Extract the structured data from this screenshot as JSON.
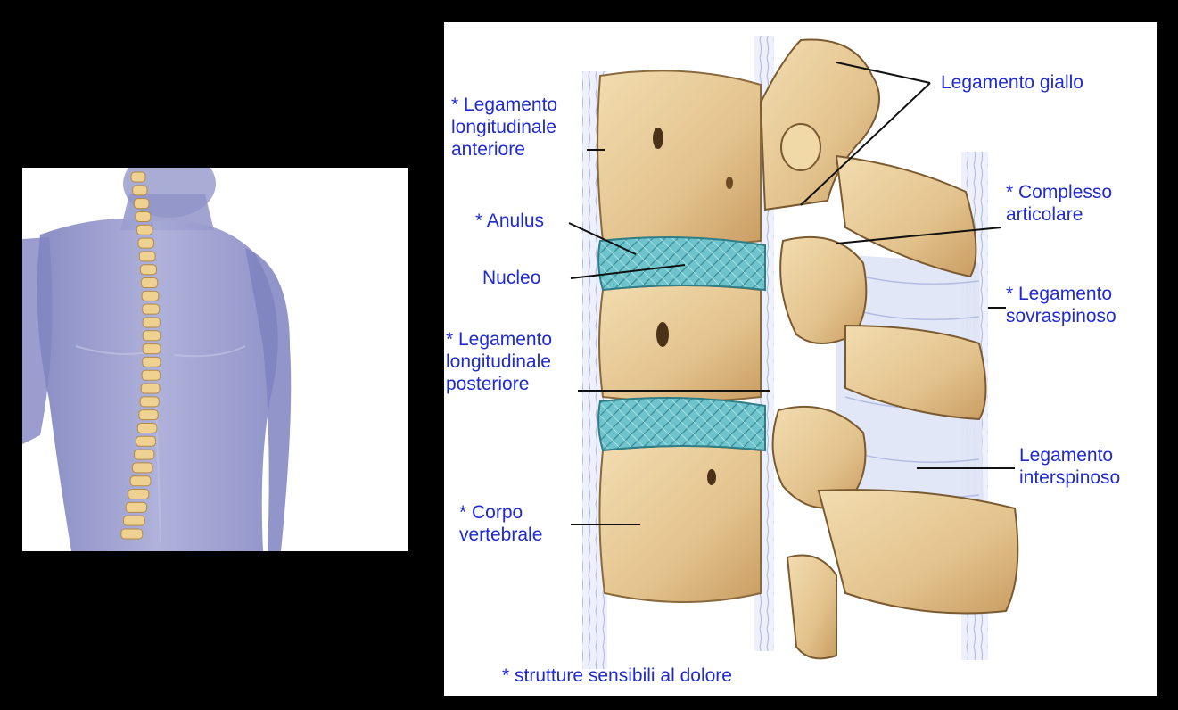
{
  "labels": {
    "legamento_giallo": "Legamento giallo",
    "lla": [
      "* Legamento",
      "longitudinale",
      "anteriore"
    ],
    "complesso": [
      "* Complesso",
      "articolare"
    ],
    "anulus": "* Anulus",
    "nucleo": "Nucleo",
    "sovraspinoso": [
      "* Legamento",
      "sovraspinoso"
    ],
    "llp": [
      "* Legamento",
      "longitudinale",
      "posteriore"
    ],
    "interspinoso": [
      "Legamento",
      "interspinoso"
    ],
    "corpo": [
      "* Corpo",
      "vertebrale"
    ],
    "footnote": "* strutture sensibili al dolore"
  },
  "colors": {
    "label_text": "#1f2bd0",
    "bone": "#e8cf9e",
    "disc": "#6fc3cc",
    "ligament": "#b9c4e6",
    "body_silhouette": "#8b8fc6",
    "spine": "#e9c98a"
  },
  "icons": {
    "left_image": "translucent-torso-with-spine",
    "right_image": "lumbar-vertebrae-lateral-view"
  }
}
